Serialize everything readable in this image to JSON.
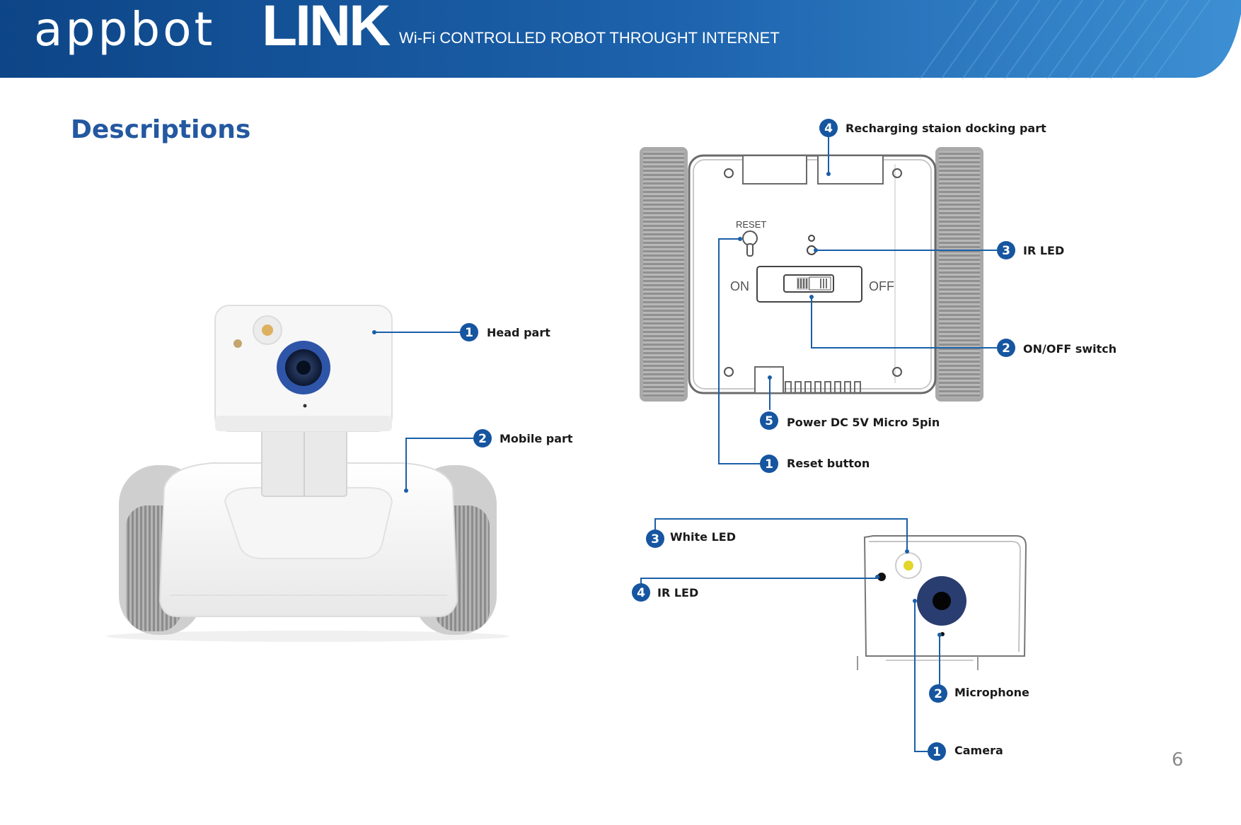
{
  "header": {
    "brand_light": "appbot",
    "brand_bold": "LINK",
    "tagline": "Wi-Fi CONTROLLED ROBOT THROUGHT INTERNET",
    "colors": {
      "primary": "#1d5ea8",
      "dark": "#0d4587",
      "light": "#4d9ad6"
    }
  },
  "page": {
    "title": "Descriptions",
    "number": "6"
  },
  "colors": {
    "accent": "#1655a0",
    "callout_line": "#1b5fa8",
    "wheel": "#a3a3a3",
    "camera_ring": "#2f55a8",
    "white_led": "#e3d52a"
  },
  "overview": {
    "callouts": [
      {
        "num": "1",
        "label": "Head part"
      },
      {
        "num": "2",
        "label": "Mobile part"
      }
    ]
  },
  "rear_view": {
    "labels": {
      "reset": "RESET",
      "on": "ON",
      "off": "OFF"
    },
    "callouts": [
      {
        "num": "4",
        "label": "Recharging staion docking part"
      },
      {
        "num": "3",
        "label": "IR LED"
      },
      {
        "num": "2",
        "label": "ON/OFF switch"
      },
      {
        "num": "5",
        "label": "Power DC 5V Micro 5pin"
      },
      {
        "num": "1",
        "label": "Reset button"
      }
    ]
  },
  "head_view": {
    "callouts": [
      {
        "num": "3",
        "label": "White LED"
      },
      {
        "num": "4",
        "label": "IR LED"
      },
      {
        "num": "2",
        "label": "Microphone"
      },
      {
        "num": "1",
        "label": "Camera"
      }
    ]
  }
}
